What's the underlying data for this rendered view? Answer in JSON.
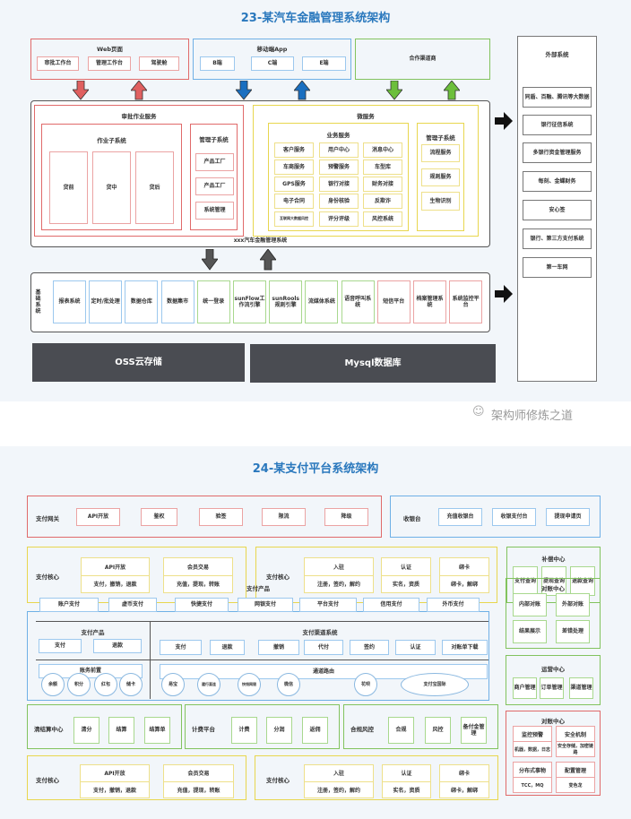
{
  "s1": {
    "title": "23-某汽车金融管理系统架构",
    "web": {
      "label": "Web页面",
      "items": [
        "审批工作台",
        "管理工作台",
        "驾驶舱"
      ]
    },
    "mobile": {
      "label": "移动端App",
      "items": [
        "B端",
        "C端",
        "E端"
      ]
    },
    "partner": "合作渠道商",
    "main_label": "xxx汽车金融管理系统",
    "approval": {
      "label": "审批作业服务",
      "work": {
        "label": "作业子系统",
        "items": [
          "贷前",
          "贷中",
          "贷后"
        ]
      },
      "mgmt": {
        "label": "管理子系统",
        "items": [
          "产品工厂",
          "产品工厂",
          "系统管理"
        ]
      }
    },
    "micro": {
      "label": "微服务",
      "biz": {
        "label": "业务服务",
        "items": [
          "客户服务",
          "用户中心",
          "消息中心",
          "车商服务",
          "预警服务",
          "车型库",
          "GPS服务",
          "银行对接",
          "财务对接",
          "电子合同",
          "身份核验",
          "反欺诈",
          "互联网大数据风控",
          "评分评级",
          "风控系统"
        ]
      },
      "mgmt": {
        "label": "管理子系统",
        "items": [
          "流程服务",
          "规则服务",
          "生物识别"
        ]
      }
    },
    "base": {
      "label": "基础系统",
      "items": [
        "报表系统",
        "定时/批处理",
        "数据仓库",
        "数据集市",
        "统一登录",
        "sunFlow工作流引擎",
        "sunRools规则引擎",
        "流媒体系统",
        "语音呼叫系统",
        "短信平台",
        "档案管理系统",
        "系统监控平台"
      ]
    },
    "storage": [
      "OSS云存储",
      "Mysql数据库"
    ],
    "external": {
      "label": "外部系统",
      "items": [
        "同盾、百融、腾讯等大数据",
        "银行征信系统",
        "多银行资金管理服务",
        "每刻、金蝶财务",
        "安心签",
        "银行、第三方支付系统",
        "第一车网"
      ]
    },
    "watermark": "架构师修炼之道"
  },
  "s2": {
    "title": "24-某支付平台系统架构",
    "gateway": {
      "label": "支付网关",
      "items": [
        "API开放",
        "鉴权",
        "验签",
        "限流",
        "降级"
      ]
    },
    "cashier": {
      "label": "收银台",
      "items": [
        "充值收银台",
        "收银支付台",
        "提现申请页"
      ]
    },
    "core1": {
      "label": "支付核心",
      "groups": [
        {
          "title": "API开放",
          "body": "支付，撤销，退款"
        },
        {
          "title": "会员交易",
          "body": "充值，提现，转账"
        }
      ]
    },
    "core2": {
      "label": "支付核心",
      "groups": [
        {
          "title": "入驻",
          "body": "注册，签约，解约"
        },
        {
          "title": "认证",
          "body": "实名，资质"
        },
        {
          "title": "绑卡",
          "body": "绑卡，解绑"
        }
      ]
    },
    "compensate": {
      "label": "补偿中心",
      "items": [
        "支付查询",
        "提现查询",
        "退款查询"
      ]
    },
    "products": {
      "label": "支付产品",
      "top": [
        "账户支付",
        "虚币支付",
        "快捷支付",
        "网银支付",
        "平台支付",
        "信用支付",
        "外币支付"
      ],
      "left": {
        "label": "支付产品",
        "items": [
          "支付",
          "退款"
        ]
      },
      "channel": {
        "label": "支付渠道系统",
        "items": [
          "支付",
          "退款",
          "撤销",
          "代付",
          "签约",
          "认证",
          "对账单下载"
        ]
      },
      "ledger": {
        "label": "账务前置",
        "circles": [
          "余额",
          "积分",
          "红包",
          "储卡"
        ]
      },
      "routing": {
        "label": "通道路由",
        "circles": [
          "易宝",
          "建行直连",
          "快钱网银",
          "微信",
          "花呗",
          "支付宝国际"
        ]
      }
    },
    "recon": {
      "label": "对账中心",
      "items": [
        "内部对账",
        "外部对账",
        "结果展示",
        "差错处理"
      ]
    },
    "ops": {
      "label": "运营中心",
      "items": [
        "商户管理",
        "订单管理",
        "渠道管理"
      ]
    },
    "infra": {
      "label": "对账中心",
      "groups": [
        {
          "title": "监控预警",
          "body": "机器，数据，日志"
        },
        {
          "title": "安全机制",
          "body": "安全存储，加密链路"
        },
        {
          "title": "分布式事物",
          "body": "TCC，MQ"
        },
        {
          "title": "配置管理",
          "body": "变色龙"
        }
      ]
    },
    "settle": {
      "label": "清结算中心",
      "items": [
        "清分",
        "结算",
        "结算单"
      ]
    },
    "billing": {
      "label": "计费平台",
      "items": [
        "计费",
        "分润",
        "返佣"
      ]
    },
    "compliance": {
      "label": "合规风控",
      "items": [
        "合规",
        "风控",
        "备付金管理"
      ]
    },
    "core3": {
      "label": "支付核心",
      "groups": [
        {
          "title": "API开放",
          "body": "支付，撤销，退款"
        },
        {
          "title": "会员交易",
          "body": "充值，提现，转账"
        }
      ]
    },
    "core4": {
      "label": "支付核心",
      "groups": [
        {
          "title": "入驻",
          "body": "注册，签约，解约"
        },
        {
          "title": "认证",
          "body": "实名，资质"
        },
        {
          "title": "绑卡",
          "body": "绑卡，解绑"
        }
      ]
    }
  },
  "colors": {
    "red": "#e06a6a",
    "blue": "#6fb0e6",
    "green": "#82c35e",
    "yellow": "#e8d64e",
    "dark": "#4a4c52",
    "title": "#2a78bd"
  }
}
